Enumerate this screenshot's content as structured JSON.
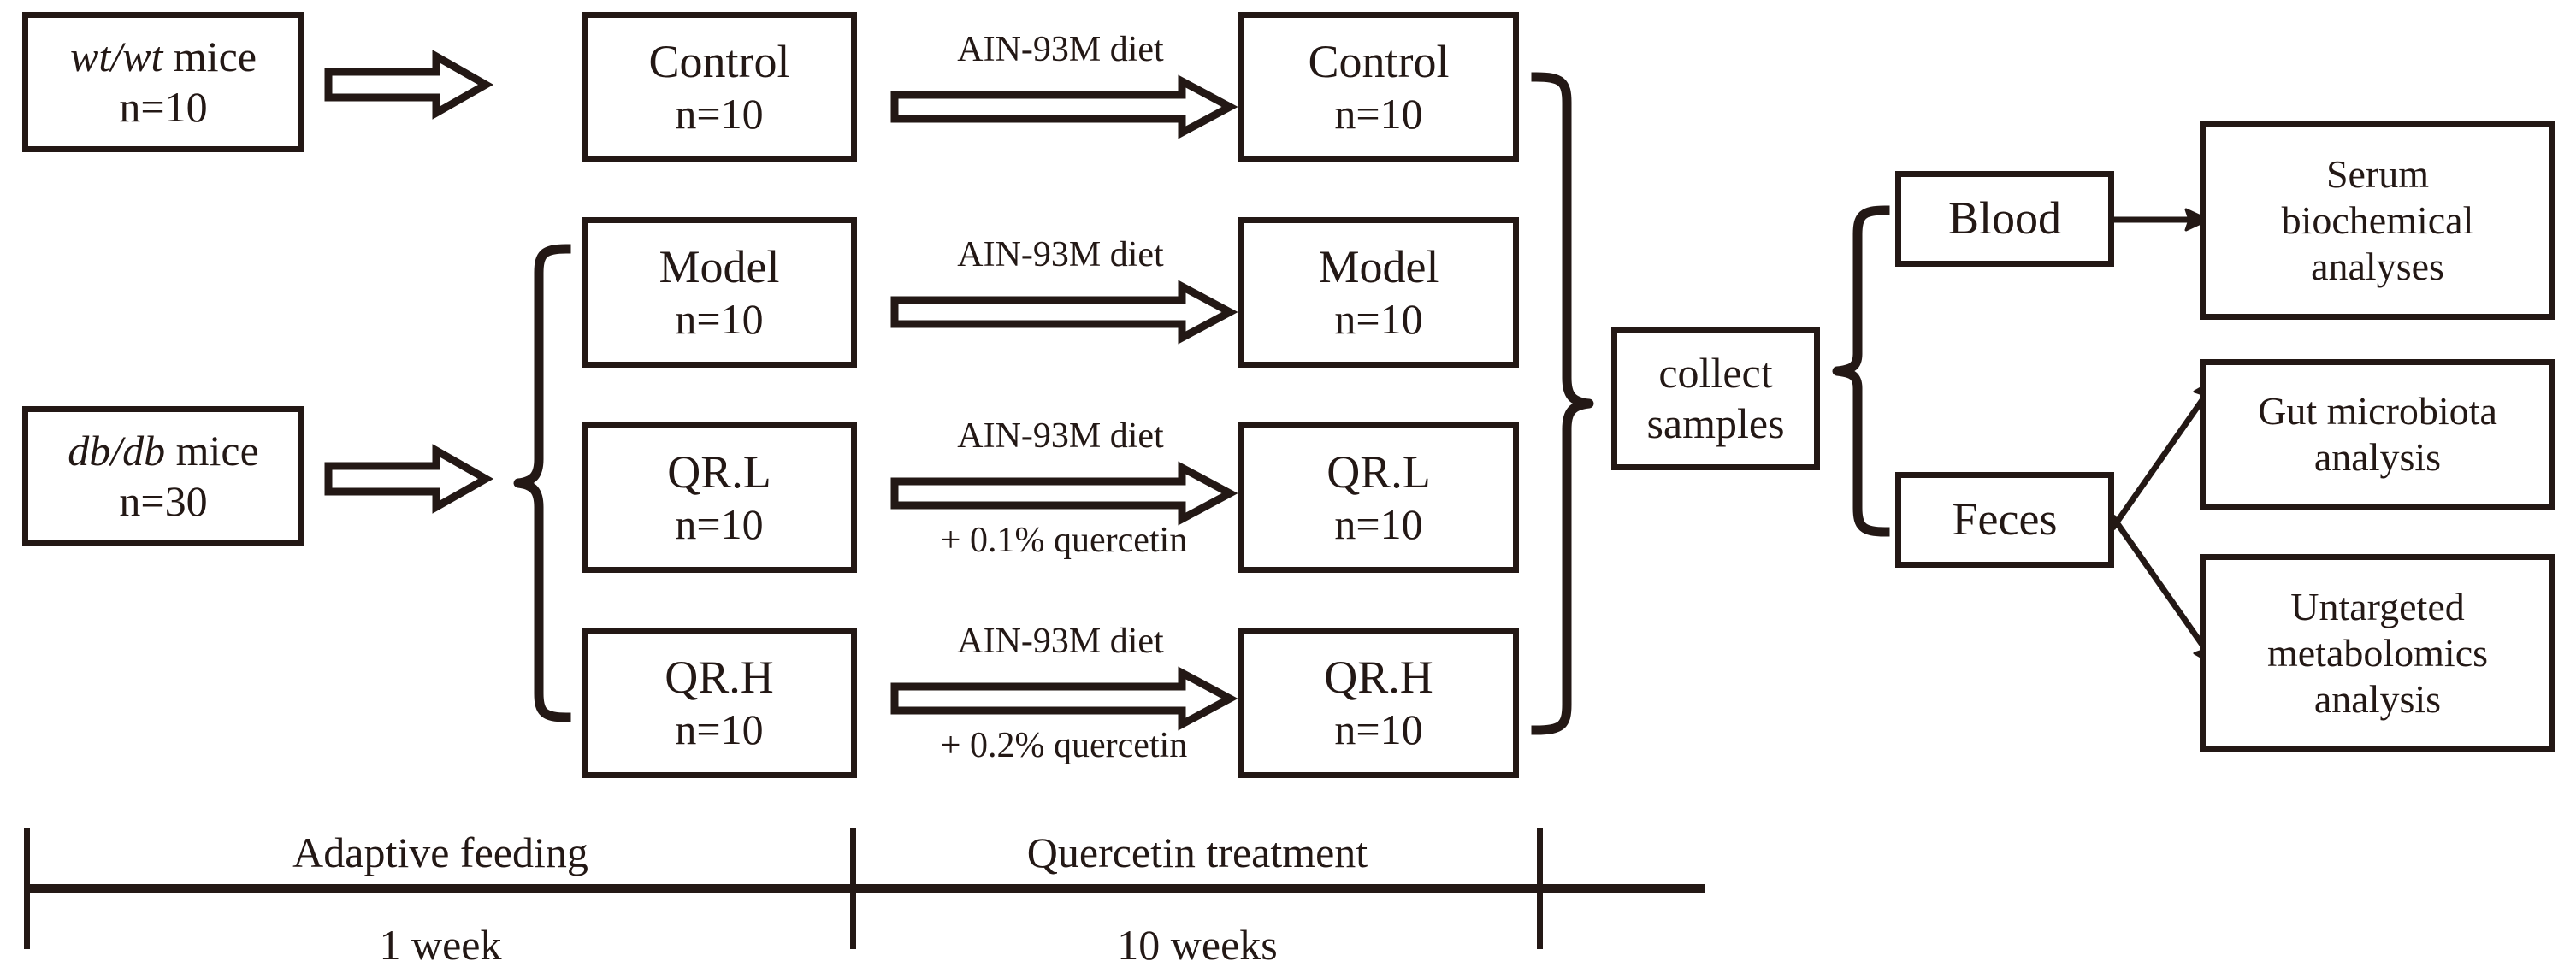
{
  "figure": {
    "kind": "experimental-design-flow-diagram",
    "ink_color": "#231815",
    "background": "#ffffff"
  },
  "animal_groups": [
    {
      "id": "wt",
      "line1": "wt/wt mice",
      "line1_italic_part": "wt/wt",
      "line1_roman_part": "mice",
      "line2": "n=10"
    },
    {
      "id": "db",
      "line1": "db/db mice",
      "line1_italic_part": "db/db",
      "line1_roman_part": "mice",
      "line2": "n=30"
    }
  ],
  "pre_groups": [
    {
      "id": "control-pre",
      "name": "Control",
      "n": "n=10"
    },
    {
      "id": "model-pre",
      "name": "Model",
      "n": "n=10"
    },
    {
      "id": "qrl-pre",
      "name": "QR.L",
      "n": "n=10"
    },
    {
      "id": "qrh-pre",
      "name": "QR.H",
      "n": "n=10"
    }
  ],
  "post_groups": [
    {
      "id": "control-post",
      "name": "Control",
      "n": "n=10"
    },
    {
      "id": "model-post",
      "name": "Model",
      "n": "n=10"
    },
    {
      "id": "qrl-post",
      "name": "QR.L",
      "n": "n=10"
    },
    {
      "id": "qrh-post",
      "name": "QR.H",
      "n": "n=10"
    }
  ],
  "treatment_labels": [
    {
      "id": "control-diet",
      "above": "AIN-93M diet",
      "below": ""
    },
    {
      "id": "model-diet",
      "above": "AIN-93M diet",
      "below": ""
    },
    {
      "id": "qrl-diet",
      "above": "AIN-93M diet",
      "below": "+ 0.1% quercetin"
    },
    {
      "id": "qrh-diet",
      "above": "AIN-93M diet",
      "below": "+ 0.2% quercetin"
    }
  ],
  "collect": {
    "line1": "collect",
    "line2": "samples"
  },
  "sample_types": [
    {
      "id": "blood",
      "name": "Blood"
    },
    {
      "id": "feces",
      "name": "Feces"
    }
  ],
  "analyses": [
    {
      "id": "serum",
      "lines": [
        "Serum",
        "biochemical",
        "analyses"
      ]
    },
    {
      "id": "microbiota",
      "lines": [
        "Gut microbiota",
        "analysis"
      ]
    },
    {
      "id": "metabolomics",
      "lines": [
        "Untargeted",
        "metabolomics",
        "analysis"
      ]
    }
  ],
  "timeline": {
    "phases": [
      {
        "id": "adaptive",
        "title": "Adaptive feeding",
        "duration": "1 week"
      },
      {
        "id": "quercetin",
        "title": "Quercetin treatment",
        "duration": "10 weeks"
      }
    ]
  }
}
